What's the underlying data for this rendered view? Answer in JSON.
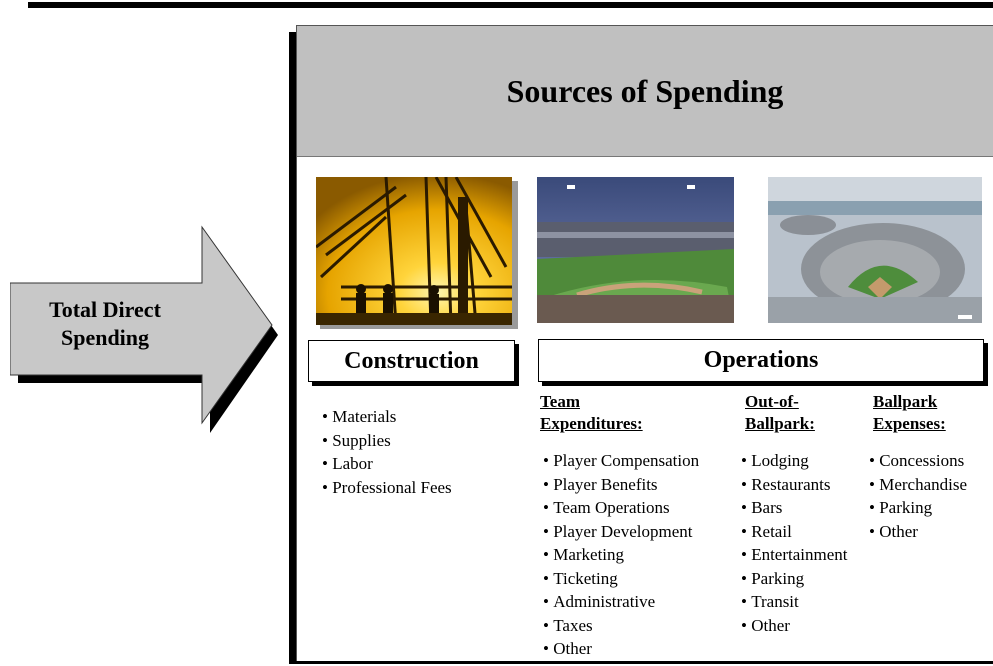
{
  "left_label": "Total Direct Spending",
  "panel_title": "Sources of Spending",
  "construction": {
    "title": "Construction",
    "items": [
      "Materials",
      "Supplies",
      "Labor",
      "Professional Fees"
    ]
  },
  "operations": {
    "title": "Operations",
    "team": {
      "heading_line1": "Team",
      "heading_line2": "Expenditures:",
      "items": [
        "Player Compensation",
        "Player Benefits",
        "Team Operations",
        "Player Development",
        "Marketing",
        "Ticketing",
        "Administrative",
        "Taxes",
        "Other"
      ]
    },
    "out_of_ballpark": {
      "heading_line1": "Out-of-",
      "heading_line2": "Ballpark:",
      "items": [
        "Lodging",
        "Restaurants",
        "Bars",
        "Retail",
        "Entertainment",
        "Parking",
        "Transit",
        "Other"
      ]
    },
    "ballpark": {
      "heading_line1": "Ballpark",
      "heading_line2": "Expenses:",
      "items": [
        "Concessions",
        "Merchandise",
        "Parking",
        "Other"
      ]
    }
  },
  "colors": {
    "header_gray": "#c0c0c0",
    "arrow_gray": "#c8c8c8",
    "sunset_yellow": "#f2b400"
  }
}
